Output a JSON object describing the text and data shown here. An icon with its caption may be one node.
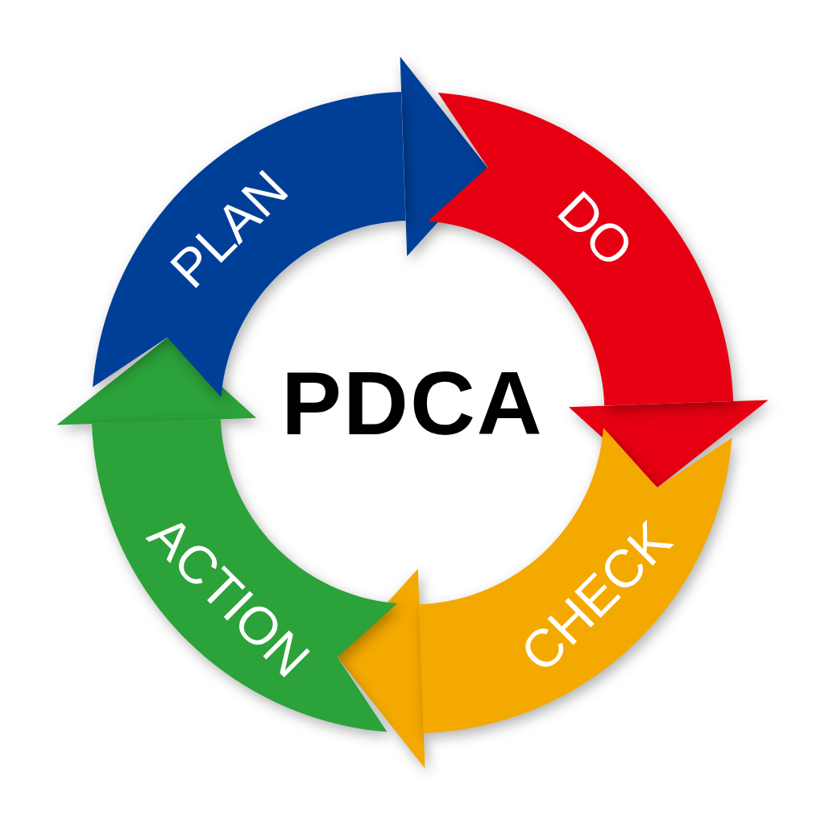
{
  "diagram": {
    "title": "PDCA",
    "nodes": [
      {
        "text": [
          "PLAN"
        ]
      },
      {
        "text": [
          "DO"
        ]
      },
      {
        "text": [
          "CHECK"
        ]
      },
      {
        "text": [
          "ACTION"
        ]
      }
    ],
    "edges": [
      {
        "from": 0,
        "to": 1,
        "arrow": "to",
        "color": "#003f98"
      },
      {
        "from": 1,
        "to": 2,
        "arrow": "to",
        "color": "#e60012"
      },
      {
        "from": 2,
        "to": 3,
        "arrow": "to",
        "color": "#f4a900"
      },
      {
        "from": 3,
        "to": 0,
        "arrow": "to",
        "color": "#2ba23a"
      }
    ]
  }
}
